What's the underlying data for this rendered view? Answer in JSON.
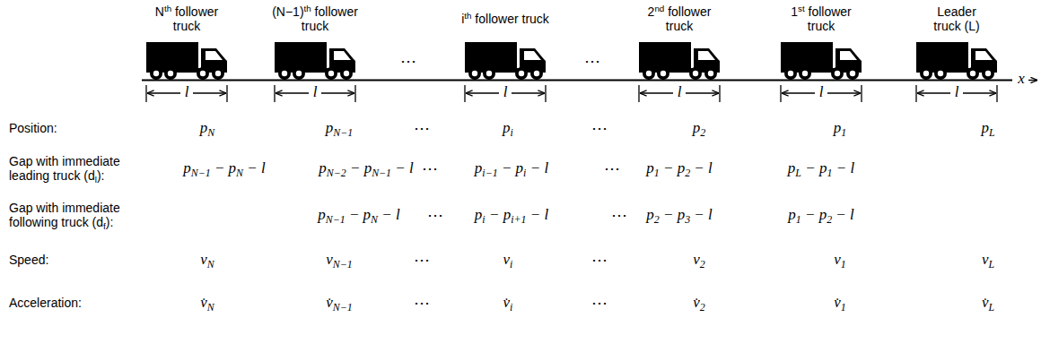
{
  "diagram": {
    "labels": [
      "Nth follower truck",
      "(N−1)th follower truck",
      "ith follower truck",
      "2nd follower truck",
      "1st follower truck",
      "Leader truck (L)",
      "⋯",
      "⋯",
      "l",
      "l",
      "l",
      "l",
      "l",
      "l",
      "x",
      "Position:",
      "pN",
      "pN−1",
      "⋯",
      "pi",
      "⋯",
      "p2",
      "p1",
      "pL",
      "Gap with immediate leading truck (dl):",
      "pN−1 − pN − l",
      "pN−2 − pN−1 − l",
      "⋯",
      "pi−1 − pi − l",
      "⋯",
      "p1 − p2 − l",
      "pL − p1 − l",
      "Gap with immediate following truck (df):",
      "pN−1 − pN − l",
      "⋯",
      "pi − pi+1 − l",
      "⋯",
      "p2 − p3 − l",
      "p1 − p2 − l",
      "Speed:",
      "vN",
      "vN−1",
      "⋯",
      "vi",
      "⋯",
      "v2",
      "v1",
      "vL",
      "Acceleration:",
      "v̇N",
      "v̇N−1",
      "⋯",
      "v̇i",
      "⋯",
      "v̇2",
      "v̇1",
      "v̇L"
    ]
  }
}
